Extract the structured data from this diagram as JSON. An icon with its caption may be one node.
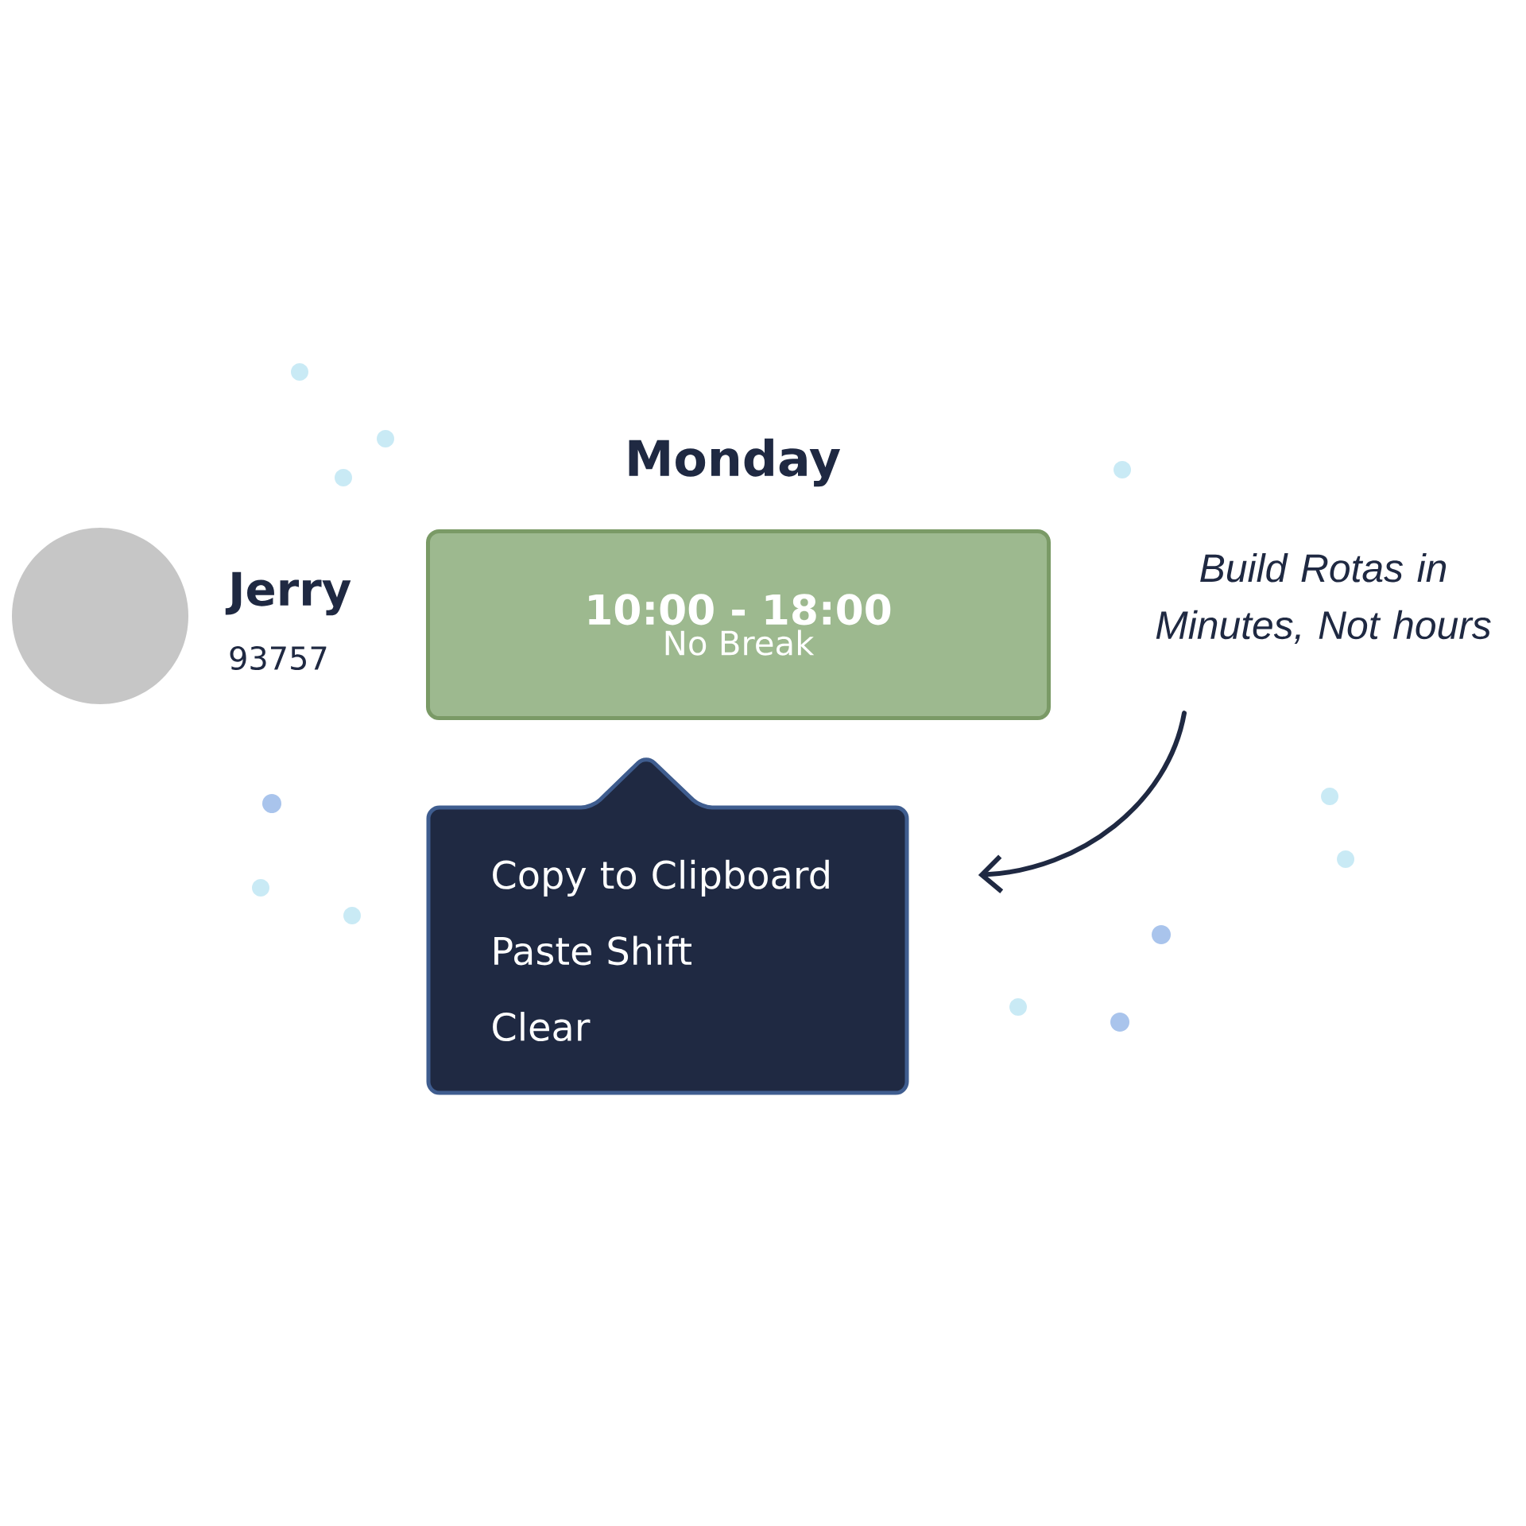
{
  "diagram": {
    "title": "Monday",
    "nodes": [
      {
        "text": [
          "10:00 - 18:00",
          "No Break"
        ]
      },
      {
        "text": [
          "Copy to Clipboard",
          "Paste Shift",
          "Clear"
        ]
      },
      {
        "text": [
          "Build Rotas in Minutes, Not hours"
        ]
      }
    ],
    "edges": [
      {
        "from": 2,
        "to": 1,
        "arrow": "to"
      }
    ],
    "labels": [
      "Jerry",
      "93757"
    ]
  }
}
